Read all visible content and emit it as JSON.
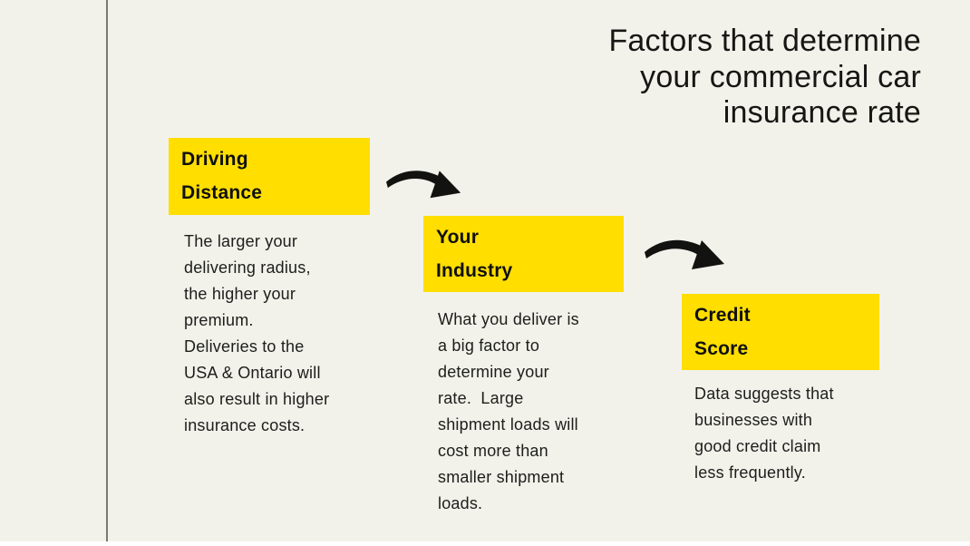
{
  "canvas": {
    "background_color": "#F2F2EB",
    "accent_yellow": "#FFDE00",
    "divider_gray": "#7B7B76",
    "text_dark": "#161614"
  },
  "title": {
    "text": "Factors that determine\nyour commercial car\ninsurance rate"
  },
  "factors": [
    {
      "heading": "Driving\nDistance",
      "body": "The larger your\ndelivering radius,\nthe higher your\npremium.\nDeliveries to the\nUSA & Ontario will\nalso result in higher\ninsurance costs."
    },
    {
      "heading": "Your\nIndustry",
      "body": "What you deliver is\na big factor to\ndetermine your\nrate.  Large\nshipment loads will\ncost more than\nsmaller shipment\nloads."
    },
    {
      "heading": "Credit\nScore",
      "body": "Data suggests that\nbusinesses with\ngood credit claim\nless frequently."
    }
  ],
  "icons": {
    "arrow_1": "curved-arrow-right-down",
    "arrow_2": "curved-arrow-right-down"
  }
}
